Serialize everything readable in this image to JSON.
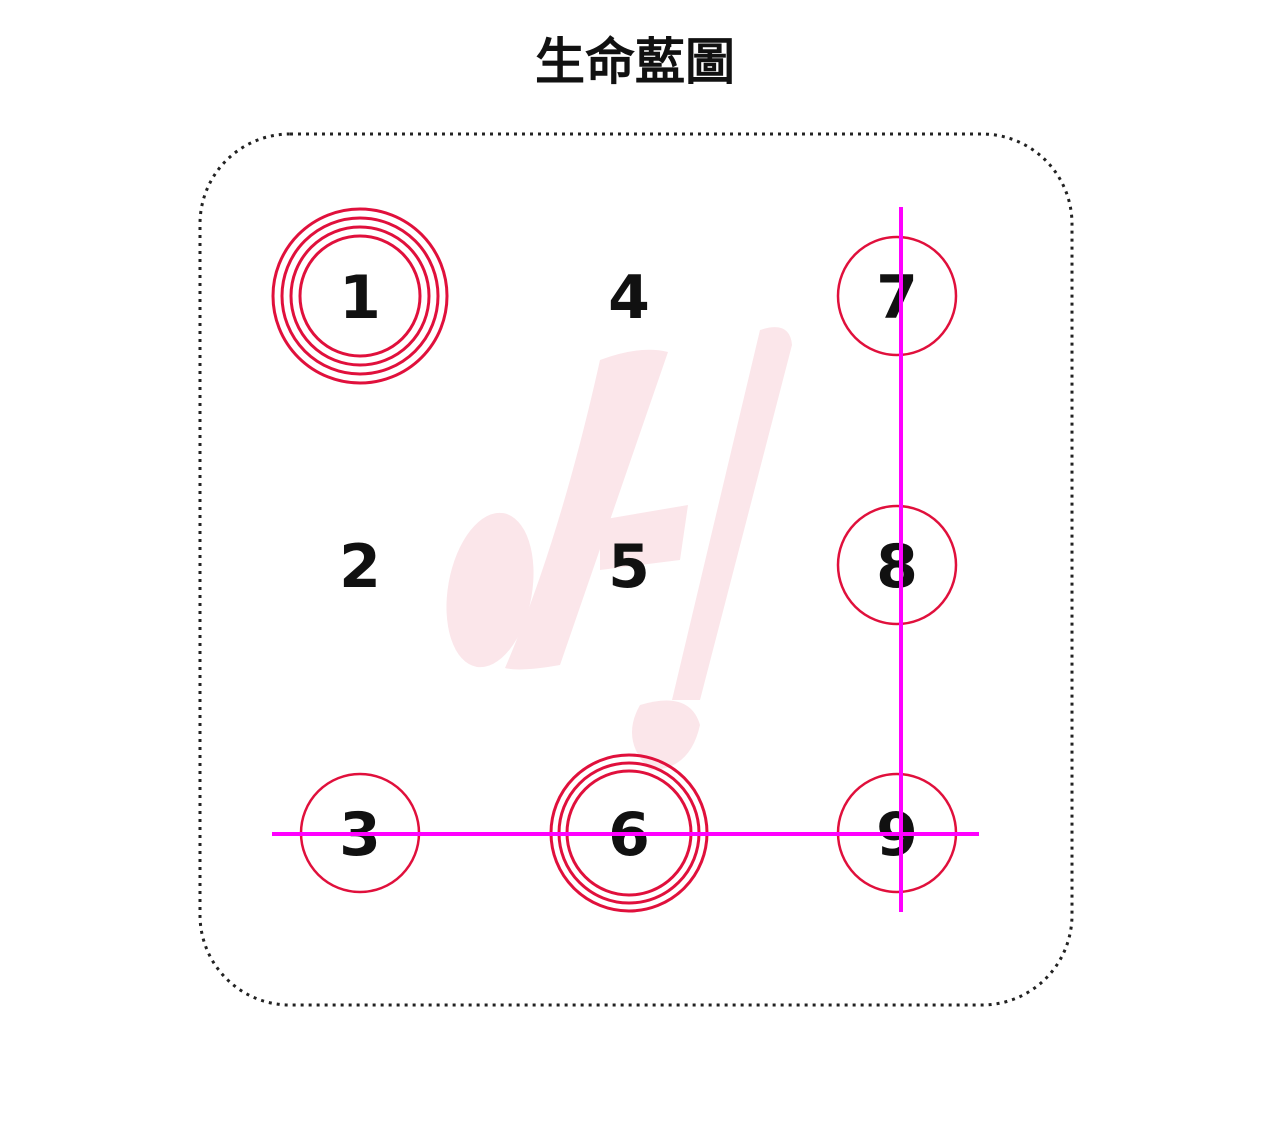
{
  "title": "生命藍圖",
  "grid": [
    {
      "label": "1",
      "rings": 4
    },
    {
      "label": "2",
      "rings": 0
    },
    {
      "label": "3",
      "rings": 1
    },
    {
      "label": "4",
      "rings": 0
    },
    {
      "label": "5",
      "rings": 0
    },
    {
      "label": "6",
      "rings": 3
    },
    {
      "label": "7",
      "rings": 1
    },
    {
      "label": "8",
      "rings": 1
    },
    {
      "label": "9",
      "rings": 1
    }
  ],
  "lines": [
    {
      "name": "line-3-6-9",
      "numbers": [
        "3",
        "6",
        "9"
      ]
    },
    {
      "name": "line-7-8-9",
      "numbers": [
        "7",
        "8",
        "9"
      ]
    }
  ],
  "colors": {
    "ring": "#e0103c",
    "line": "#ff00ff",
    "watermark": "#fbe6ea",
    "text": "#111111"
  }
}
